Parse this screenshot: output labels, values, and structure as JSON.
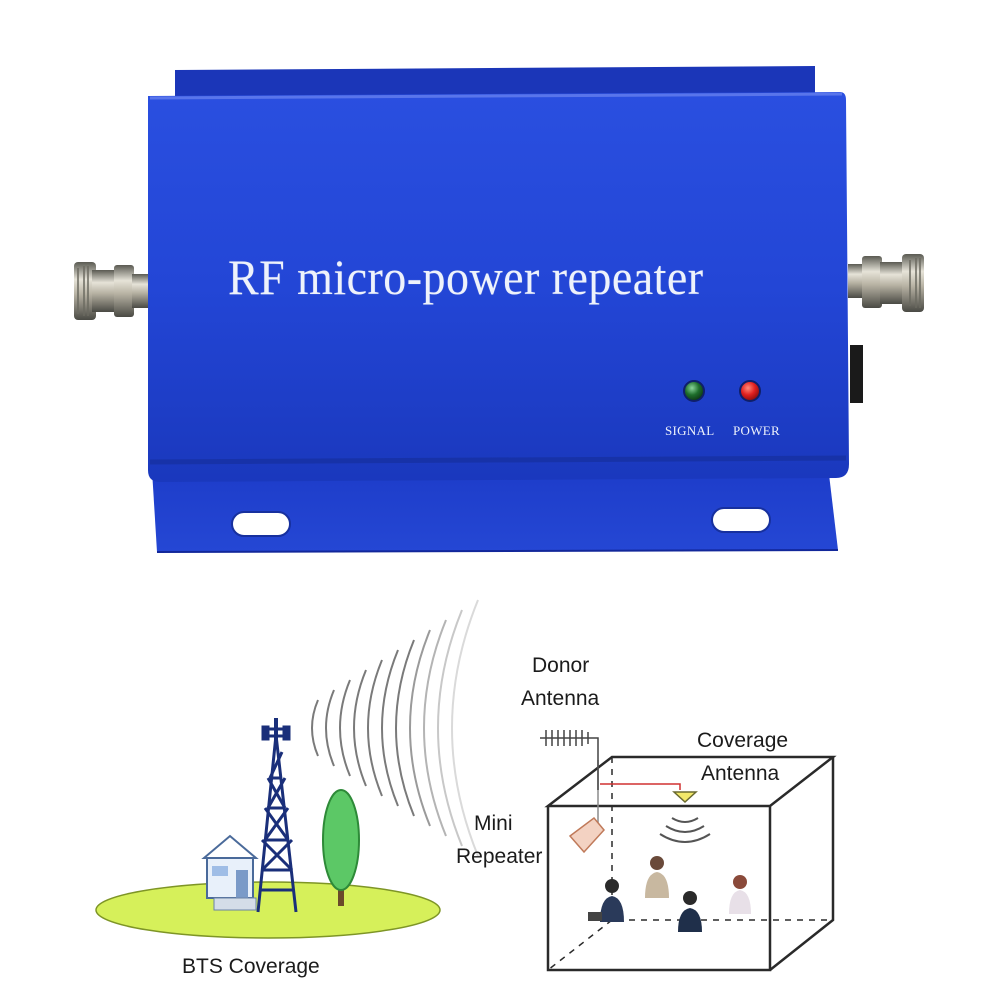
{
  "device": {
    "title": "RF micro-power repeater",
    "led_labels": {
      "signal": "SIGNAL",
      "power": "POWER"
    },
    "colors": {
      "enclosure": "#1f3fd0",
      "signal_led": "#1e6e2c",
      "power_led": "#e02020"
    }
  },
  "diagram": {
    "labels": {
      "donor_line1": "Donor",
      "donor_line2": "Antenna",
      "coverage_line1": "Coverage",
      "coverage_line2": "Antenna",
      "mini_line1": "Mini",
      "mini_line2": "Repeater",
      "bts": "BTS Coverage"
    },
    "icons": [
      "radio-tower-icon",
      "house-icon",
      "tree-icon",
      "signal-waves-icon",
      "yagi-antenna-icon",
      "dome-antenna-icon",
      "room-box-icon",
      "people-icon"
    ]
  }
}
